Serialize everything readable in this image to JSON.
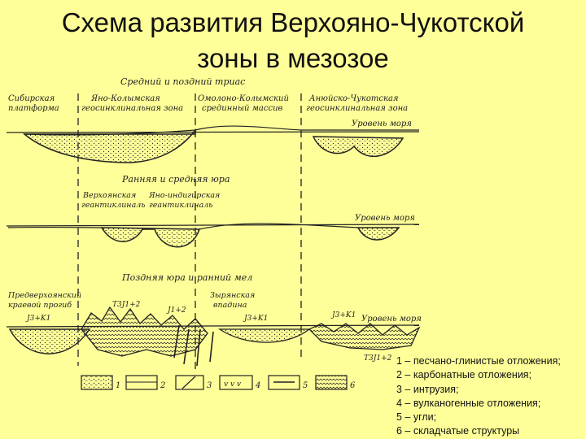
{
  "title": {
    "line1": "Схема развития Верхояно-Чукотской",
    "line2": "зоны в мезозое"
  },
  "colors": {
    "background": "#ffff99",
    "ink": "#222222"
  },
  "panels": [
    {
      "title": "Средний и поздний триас",
      "labels": [
        "Сибирская",
        "платформа",
        "Яно-Колымская",
        "геосинклинальная зона",
        "Омолоно-Колымский",
        "срединный массив",
        "Анюйско-Чукотская",
        "геосинклинальная зона"
      ],
      "sea_level": "Уровень моря"
    },
    {
      "title": "Ранняя и средняя юра",
      "labels": [
        "Верхоянская",
        "геантиклиналь",
        "Яно-индигирская",
        "геантиклиналь"
      ],
      "sea_level": "Уровень моря"
    },
    {
      "title": "Поздняя юра и ранний мел",
      "labels": [
        "Предверхоянский",
        "краевой прогиб",
        "Зырянская",
        "впадина"
      ],
      "sea_level": "Уровень моря",
      "strata": [
        "J3+K1",
        "T3J1+2",
        "J1+2",
        "J3+K1",
        "J3+K1",
        "T3J1+2"
      ]
    }
  ],
  "legend_numbers": [
    "1",
    "2",
    "3",
    "4",
    "5",
    "6"
  ],
  "legend_items": [
    "1 – песчано-глинистые отложения;",
    "2 – карбонатные отложения;",
    "3 – интрузия;",
    "4 – вулканогенные отложения;",
    "5 – угли;",
    "6 – складчатые структуры"
  ]
}
